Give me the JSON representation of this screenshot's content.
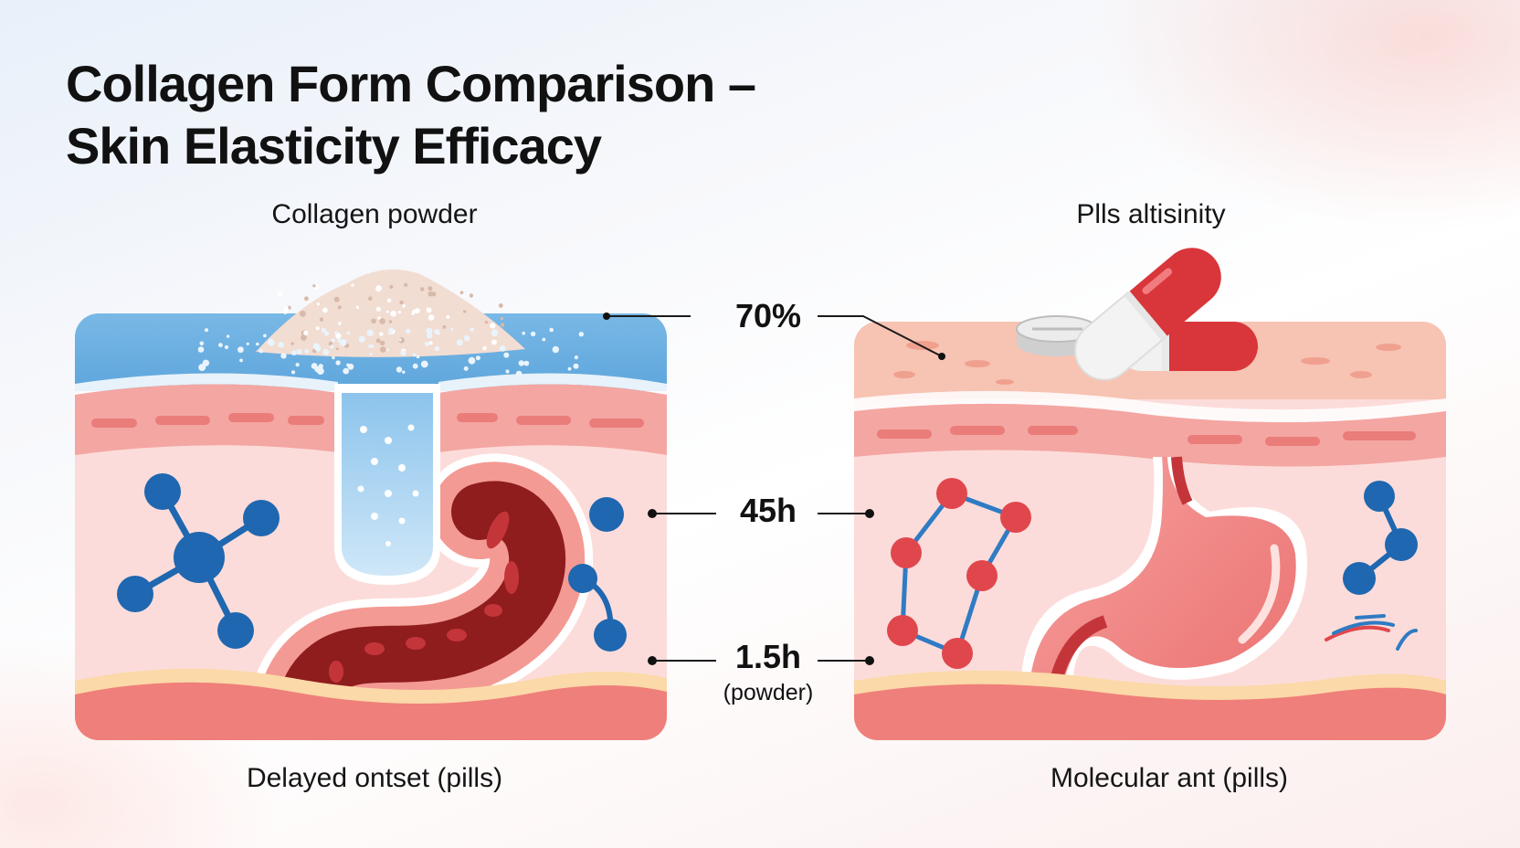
{
  "title": {
    "line1": "Collagen Form Comparison –",
    "line2": "Skin Elasticity Efficacy"
  },
  "panels": {
    "left": {
      "top_label": "Collagen powder",
      "bottom_label": "Delayed ontset (pills)"
    },
    "right": {
      "top_label": "Plls altisinity",
      "bottom_label": "Molecular ant (pills)"
    }
  },
  "metrics": [
    {
      "value": "70%",
      "sub": ""
    },
    {
      "value": "45h",
      "sub": ""
    },
    {
      "value": "1.5h",
      "sub": "(powder)"
    }
  ],
  "colors": {
    "water_blue": "#64ace0",
    "skin_pink": "#f6b9b2",
    "dermis_pink": "#fcdcda",
    "deep_red": "#8f1d1d",
    "molecule_blue": "#1f67b0",
    "molecule_red": "#e0474c",
    "capsule_red": "#d8363b"
  }
}
